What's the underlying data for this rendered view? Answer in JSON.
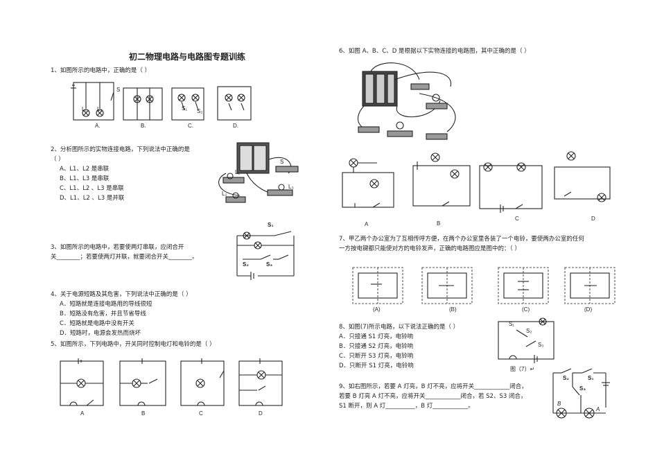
{
  "title": "初二物理电路与电路图专题训练",
  "q1": {
    "text": "1、如图所示的电路中，正确的是（    ）",
    "labels": [
      "A.",
      "B.",
      "C.",
      "D."
    ]
  },
  "q2": {
    "text": "2、分析图所示的实物连接电路，下列说法中正确的是",
    "paren": "（    ）",
    "options": [
      "A、L1、L2 是串联",
      "B、L1、L3 是串联",
      "C、L1、L2 、L3 是串联",
      "D、L1、L2 、L3 是并联"
    ]
  },
  "q3": {
    "line1": "3、如图所示的电路中，若要使两灯串联，应闭合开",
    "line2": "关________；若要使两灯并联，就要闭合开关________。",
    "s1": "S₁",
    "s2": "S₂",
    "s3": "S₃"
  },
  "q4": {
    "text": "4、关于电源短路及其危害，下列说法中正确的是（    ）",
    "options": [
      "A．短路就是连接电路用的导线很短",
      "B．短路没有危害，并且节省导线",
      "C．短路就是电路中没有开关",
      "D．短路时，电源会发热而烧坏"
    ]
  },
  "q5": {
    "text": "5、如图所示，下列电路中，开关同时控制电灯和电铃的是（    ）",
    "labels": [
      "A",
      "B",
      "C",
      "D"
    ]
  },
  "q6": {
    "text": "6、如图 A、B、C、D 是根据以下实物连接的电路图，其中正确的是（    ）",
    "labels": [
      "A",
      "B",
      "C",
      "D"
    ]
  },
  "q7": {
    "line1": "7、甲乙两个办公室为了互相传呼方便，在两个办公室里各装了一个电铃，要使两办公室的任何",
    "line2": "一方按电键都只能使对方的电铃发声，正确的电路图应是图中的：（    ）",
    "labels": [
      "(A)",
      "(B)",
      "(C)",
      "(D)"
    ]
  },
  "q8": {
    "text": "8、如图(7)所示电路，以下说法正确的是（    ）",
    "options": [
      "A．只接通 S1 灯亮，电铃响",
      "B．只接通 S2 灯亮，电铃响",
      "C．只断开 S3 灯亮，电铃响",
      "D．只断开 S1 灯亮，电铃响"
    ],
    "caption": "图（7）↵",
    "s1": "S₁",
    "s2": "S₂",
    "s3": "S₃"
  },
  "q9": {
    "line1": "9、如右图所示，若要 A 灯亮，B 灯不亮，应将开关____________闭合，",
    "line2": "若要 B 灯亮 A 灯不亮，应将开关____________闭合，若 S2、S3 闭合，",
    "line3": "S1 断开，则 A 灯__________，B 灯____________。",
    "s1": "S₁",
    "s2": "S₂",
    "s3": "S₃",
    "a": "A",
    "b": "B"
  },
  "q2fig": {
    "l1": "L₁",
    "l2": "L₂",
    "l3": "L₃",
    "s": "S"
  },
  "q1fig": {
    "l1": "L₁",
    "l2": "L₂",
    "s": "S",
    "s1": "S₁",
    "s2": "S₂"
  }
}
